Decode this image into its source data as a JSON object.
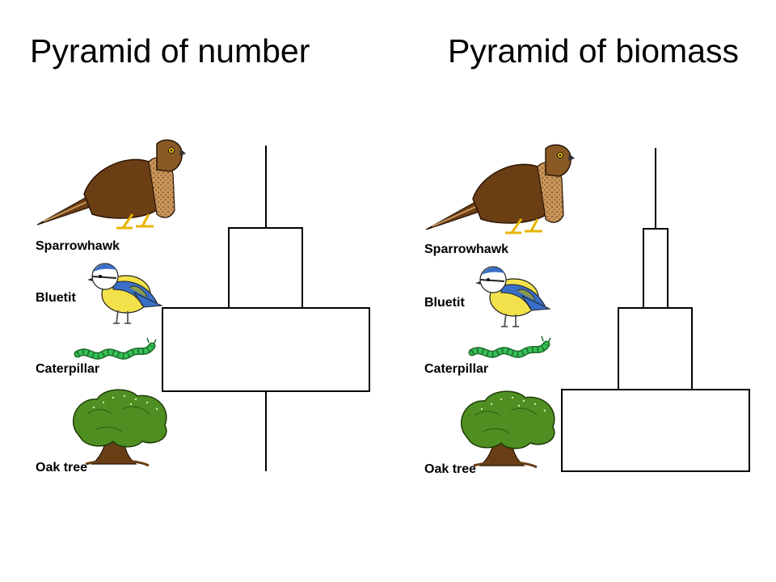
{
  "panels": [
    {
      "title": "Pyramid of number",
      "labels": [
        "Sparrowhawk",
        "Bluetit",
        "Caterpillar",
        "Oak tree"
      ],
      "icons": [
        "sparrowhawk-icon",
        "bluetit-icon",
        "caterpillar-icon",
        "oak-tree-icon"
      ]
    },
    {
      "title": "Pyramid of biomass",
      "labels": [
        "Sparrowhawk",
        "Bluetit",
        "Caterpillar",
        "Oak tree"
      ],
      "icons": [
        "sparrowhawk-icon",
        "bluetit-icon",
        "caterpillar-icon",
        "oak-tree-icon"
      ]
    }
  ],
  "colors": {
    "hawk_body": "#6b3e14",
    "hawk_chest": "#c8955a",
    "feet": "#e8b400",
    "tit_blue": "#3a6fc8",
    "tit_yellow": "#f2e14a",
    "caterpillar": "#2fb04a",
    "leaves": "#4f8f22",
    "trunk": "#6a3e14"
  }
}
